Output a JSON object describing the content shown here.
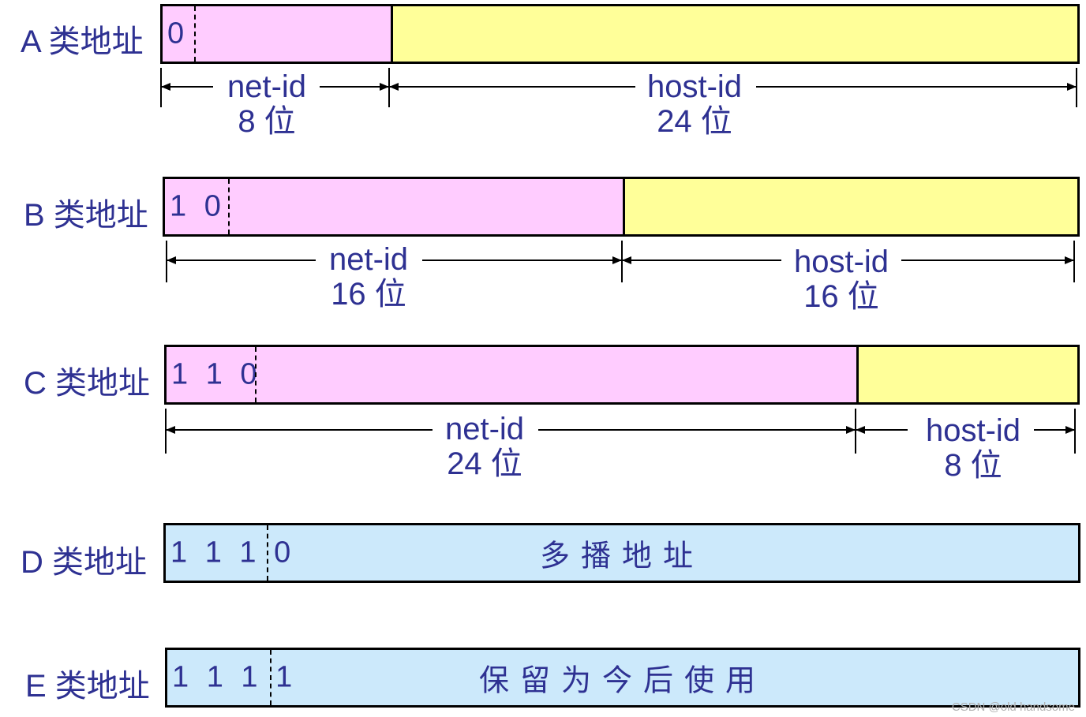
{
  "classes": [
    {
      "label": "A 类地址",
      "prefix": "0",
      "net": {
        "name": "net-id",
        "bits": "8 位"
      },
      "host": {
        "name": "host-id",
        "bits": "24 位"
      }
    },
    {
      "label": "B 类地址",
      "prefix": "1 0",
      "net": {
        "name": "net-id",
        "bits": "16 位"
      },
      "host": {
        "name": "host-id",
        "bits": "16 位"
      }
    },
    {
      "label": "C 类地址",
      "prefix": "1 1 0",
      "net": {
        "name": "net-id",
        "bits": "24 位"
      },
      "host": {
        "name": "host-id",
        "bits": "8 位"
      }
    },
    {
      "label": "D 类地址",
      "prefix": "1 1 1 0",
      "text": "多播地址"
    },
    {
      "label": "E 类地址",
      "prefix": "1 1 1 1",
      "text": "保留为今后使用"
    }
  ],
  "colors": {
    "net": "#ffccff",
    "host": "#ffff99",
    "other": "#cce9fb",
    "text": "#2e3192"
  },
  "watermark": "CSDN @old handsome"
}
